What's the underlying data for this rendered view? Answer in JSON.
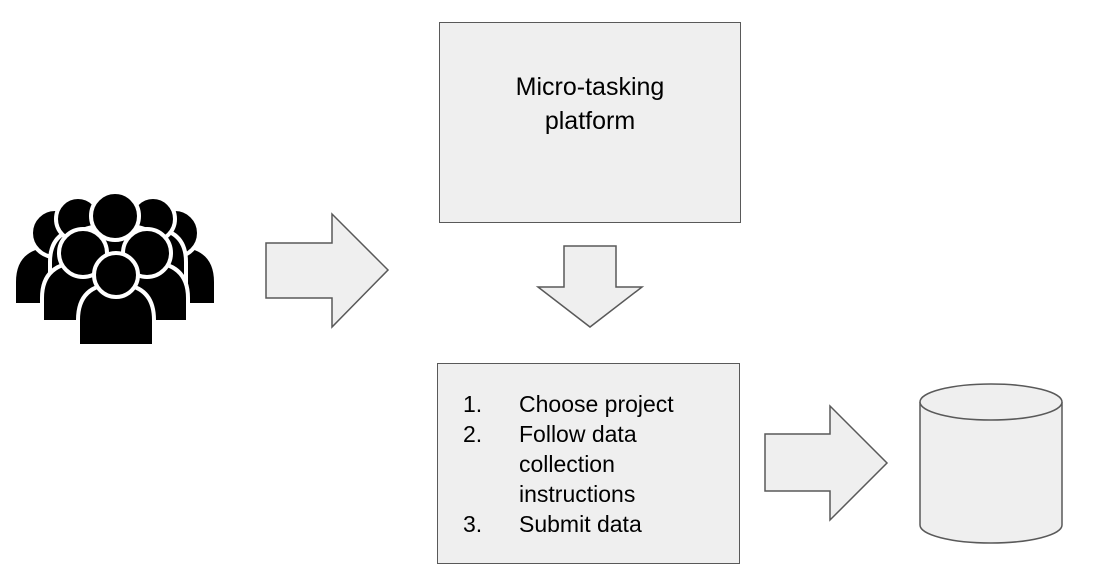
{
  "platform": {
    "label": "Micro-tasking platform"
  },
  "steps": [
    {
      "number": "1.",
      "text": "Choose project"
    },
    {
      "number": "2.",
      "text": "Follow data collection instructions"
    },
    {
      "number": "3.",
      "text": "Submit data"
    }
  ],
  "icons": {
    "crowd": "people-group-icon",
    "database": "database-cylinder-icon"
  },
  "colors": {
    "shape_fill": "#efefef",
    "shape_stroke": "#595959",
    "crowd_fill": "#000000"
  }
}
